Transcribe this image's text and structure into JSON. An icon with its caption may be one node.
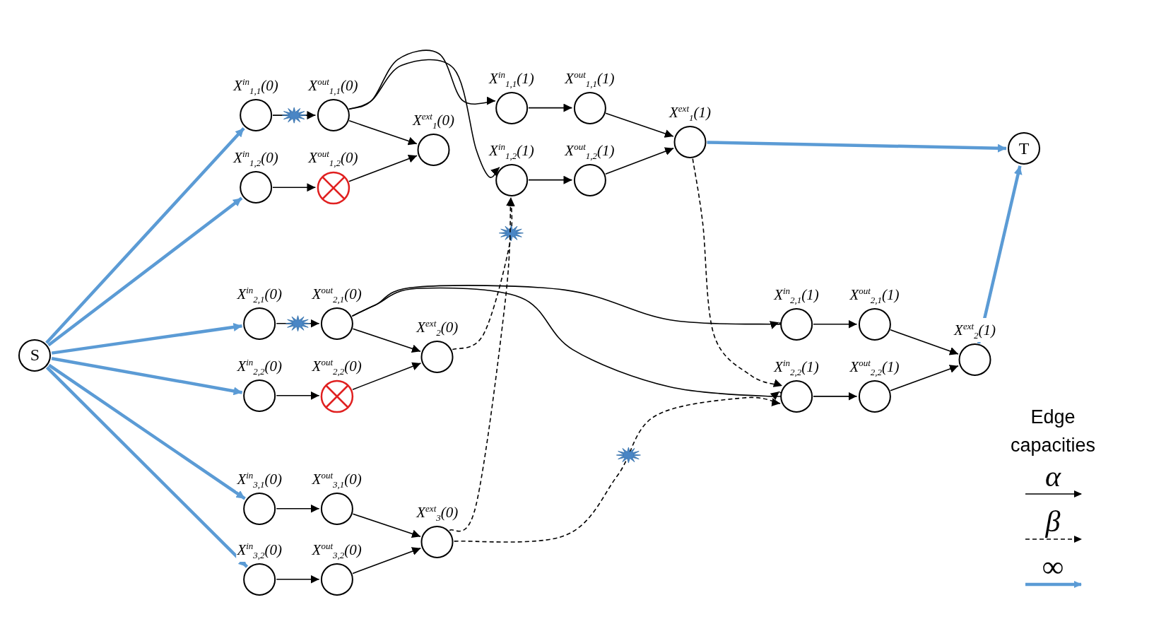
{
  "diagram": {
    "nodes": [
      {
        "text": [
          "S"
        ]
      },
      {
        "text": [
          "X$^{in}$$_{1,1}$(0)"
        ]
      },
      {
        "text": [
          "X$^{out}$$_{1,1}$(0)"
        ]
      },
      {
        "text": [
          "X$^{in}$$_{1,2}$(0)"
        ]
      },
      {
        "text": [
          "X$^{out}$$_{1,2}$(0)"
        ]
      },
      {
        "text": [
          "X$^{ext}$$_{1}$(0)"
        ]
      },
      {
        "text": [
          "X$^{in}$$_{2,1}$(0)"
        ]
      },
      {
        "text": [
          "X$^{out}$$_{2,1}$(0)"
        ]
      },
      {
        "text": [
          "X$^{in}$$_{2,2}$(0)"
        ]
      },
      {
        "text": [
          "X$^{out}$$_{2,2}$(0)"
        ]
      },
      {
        "text": [
          "X$^{ext}$$_{2}$(0)"
        ]
      },
      {
        "text": [
          "X$^{in}$$_{3,1}$(0)"
        ]
      },
      {
        "text": [
          "X$^{out}$$_{3,1}$(0)"
        ]
      },
      {
        "text": [
          "X$^{in}$$_{3,2}$(0)"
        ]
      },
      {
        "text": [
          "X$^{out}$$_{3,2}$(0)"
        ]
      },
      {
        "text": [
          "X$^{ext}$$_{3}$(0)"
        ]
      },
      {
        "text": [
          "X$^{in}$$_{1,1}$(1)"
        ]
      },
      {
        "text": [
          "X$^{out}$$_{1,1}$(1)"
        ]
      },
      {
        "text": [
          "X$^{in}$$_{1,2}$(1)"
        ]
      },
      {
        "text": [
          "X$^{out}$$_{1,2}$(1)"
        ]
      },
      {
        "text": [
          "X$^{ext}$$_{1}$(1)"
        ]
      },
      {
        "text": [
          "X$^{in}$$_{2,1}$(1)"
        ]
      },
      {
        "text": [
          "X$^{out}$$_{2,1}$(1)"
        ]
      },
      {
        "text": [
          "X$^{in}$$_{2,2}$(1)"
        ]
      },
      {
        "text": [
          "X$^{out}$$_{2,2}$(1)"
        ]
      },
      {
        "text": [
          "X$^{ext}$$_{2}$(1)"
        ]
      },
      {
        "text": [
          "T"
        ]
      }
    ],
    "edges": [
      {
        "from": 0,
        "to": 1,
        "arrow": "to",
        "style": "thick",
        "color": "#5b9bd5"
      },
      {
        "from": 0,
        "to": 3,
        "arrow": "to",
        "style": "thick",
        "color": "#5b9bd5"
      },
      {
        "from": 0,
        "to": 6,
        "arrow": "to",
        "style": "thick",
        "color": "#5b9bd5"
      },
      {
        "from": 0,
        "to": 8,
        "arrow": "to",
        "style": "thick",
        "color": "#5b9bd5"
      },
      {
        "from": 0,
        "to": 11,
        "arrow": "to",
        "style": "thick",
        "color": "#5b9bd5"
      },
      {
        "from": 0,
        "to": 13,
        "arrow": "to",
        "style": "thick",
        "color": "#5b9bd5"
      },
      {
        "from": 1,
        "to": 2,
        "arrow": "to"
      },
      {
        "from": 2,
        "to": 5,
        "arrow": "to"
      },
      {
        "from": 3,
        "to": 4,
        "arrow": "to"
      },
      {
        "from": 4,
        "to": 5,
        "arrow": "to"
      },
      {
        "from": 2,
        "to": 16,
        "arrow": "to"
      },
      {
        "from": 2,
        "to": 18,
        "arrow": "to"
      },
      {
        "from": 16,
        "to": 17,
        "arrow": "to"
      },
      {
        "from": 17,
        "to": 20,
        "arrow": "to"
      },
      {
        "from": 18,
        "to": 19,
        "arrow": "to"
      },
      {
        "from": 19,
        "to": 20,
        "arrow": "to"
      },
      {
        "from": 20,
        "to": 26,
        "arrow": "to",
        "style": "thick",
        "color": "#5b9bd5"
      },
      {
        "from": 6,
        "to": 7,
        "arrow": "to"
      },
      {
        "from": 7,
        "to": 10,
        "arrow": "to"
      },
      {
        "from": 8,
        "to": 9,
        "arrow": "to"
      },
      {
        "from": 9,
        "to": 10,
        "arrow": "to"
      },
      {
        "from": 7,
        "to": 21,
        "arrow": "to"
      },
      {
        "from": 7,
        "to": 23,
        "arrow": "to"
      },
      {
        "from": 10,
        "to": 18,
        "arrow": "to",
        "style": "dashed"
      },
      {
        "from": 11,
        "to": 12,
        "arrow": "to"
      },
      {
        "from": 12,
        "to": 15,
        "arrow": "to"
      },
      {
        "from": 13,
        "to": 14,
        "arrow": "to"
      },
      {
        "from": 14,
        "to": 15,
        "arrow": "to"
      },
      {
        "from": 15,
        "to": 18,
        "arrow": "to",
        "style": "dashed"
      },
      {
        "from": 15,
        "to": 23,
        "arrow": "to",
        "style": "dashed"
      },
      {
        "from": 20,
        "to": 23,
        "arrow": "to",
        "style": "dashed"
      },
      {
        "from": 21,
        "to": 22,
        "arrow": "to"
      },
      {
        "from": 22,
        "to": 25,
        "arrow": "to"
      },
      {
        "from": 23,
        "to": 24,
        "arrow": "to"
      },
      {
        "from": 24,
        "to": 25,
        "arrow": "to"
      },
      {
        "from": 25,
        "to": 26,
        "arrow": "to",
        "style": "thick",
        "color": "#5b9bd5"
      }
    ],
    "labels": [
      "Edge capacities"
    ],
    "legend": [
      {
        "text": "α"
      },
      {
        "text": "β"
      },
      {
        "text": "∞"
      }
    ]
  }
}
